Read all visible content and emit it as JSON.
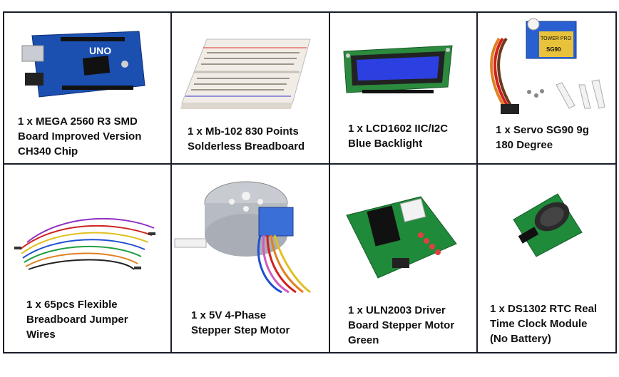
{
  "items": [
    {
      "lines": [
        "1 x MEGA 2560 R3 SMD",
        "Board Improved Version",
        "CH340 Chip"
      ]
    },
    {
      "lines": [
        "1 x Mb-102 830 Points",
        "Solderless Breadboard"
      ]
    },
    {
      "lines": [
        "1 x LCD1602 IIC/I2C",
        "Blue Backlight"
      ]
    },
    {
      "lines": [
        "1 x Servo SG90 9g",
        "180 Degree"
      ]
    },
    {
      "lines": [
        "1 x 65pcs Flexible",
        "Breadboard Jumper",
        "Wires"
      ]
    },
    {
      "lines": [
        "1 x 5V 4-Phase",
        "Stepper Step Motor"
      ]
    },
    {
      "lines": [
        "1 x ULN2003 Driver",
        "Board Stepper Motor",
        "Green"
      ]
    },
    {
      "lines": [
        "1 x DS1302 RTC Real",
        "Time Clock Module",
        "(No Battery)"
      ]
    }
  ],
  "product_text": {
    "uno_board": "UNO",
    "servo_brand": "TOWER PRO",
    "servo_model": "SG90"
  },
  "colors": {
    "border": "#1a1d2b",
    "uno_blue": "#1b4fb0",
    "lcd_blue": "#2c3fe0",
    "pcb_green": "#1f8a3a",
    "servo_blue": "#2a5fd0"
  }
}
